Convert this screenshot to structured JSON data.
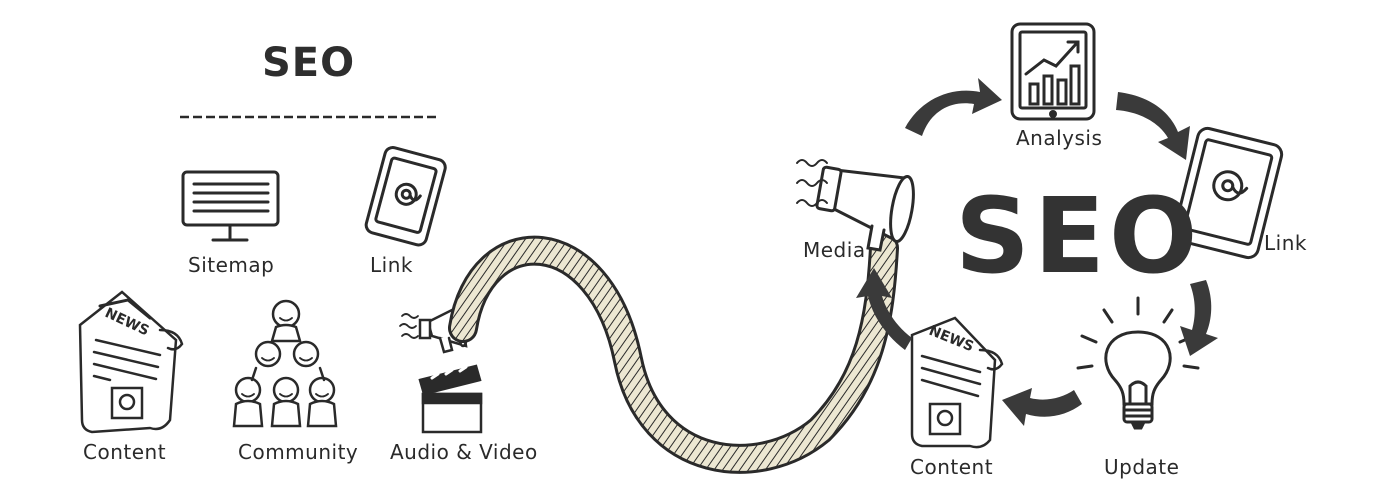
{
  "left_panel": {
    "title": "SEO",
    "items": [
      {
        "label": "Sitemap"
      },
      {
        "label": "Link"
      },
      {
        "label": "Content"
      },
      {
        "label": "Community"
      },
      {
        "label": "Audio & Video"
      }
    ]
  },
  "right_cycle": {
    "title": "SEO",
    "nodes": [
      {
        "label": "Media"
      },
      {
        "label": "Analysis"
      },
      {
        "label": "Link"
      },
      {
        "label": "Update"
      },
      {
        "label": "Content"
      }
    ]
  },
  "icons": {
    "sitemap": "monitor-icon",
    "link": "email-tablet-icon",
    "content": "newspaper-icon",
    "community": "people-pyramid-icon",
    "audio_video": "megaphone-clapperboard-icon",
    "media": "megaphone-icon",
    "analysis": "chart-tablet-icon",
    "update": "lightbulb-icon"
  },
  "colors": {
    "ink": "#2a2a2a",
    "arrow": "#3a3a3a",
    "tube": "#e9e4cf"
  }
}
